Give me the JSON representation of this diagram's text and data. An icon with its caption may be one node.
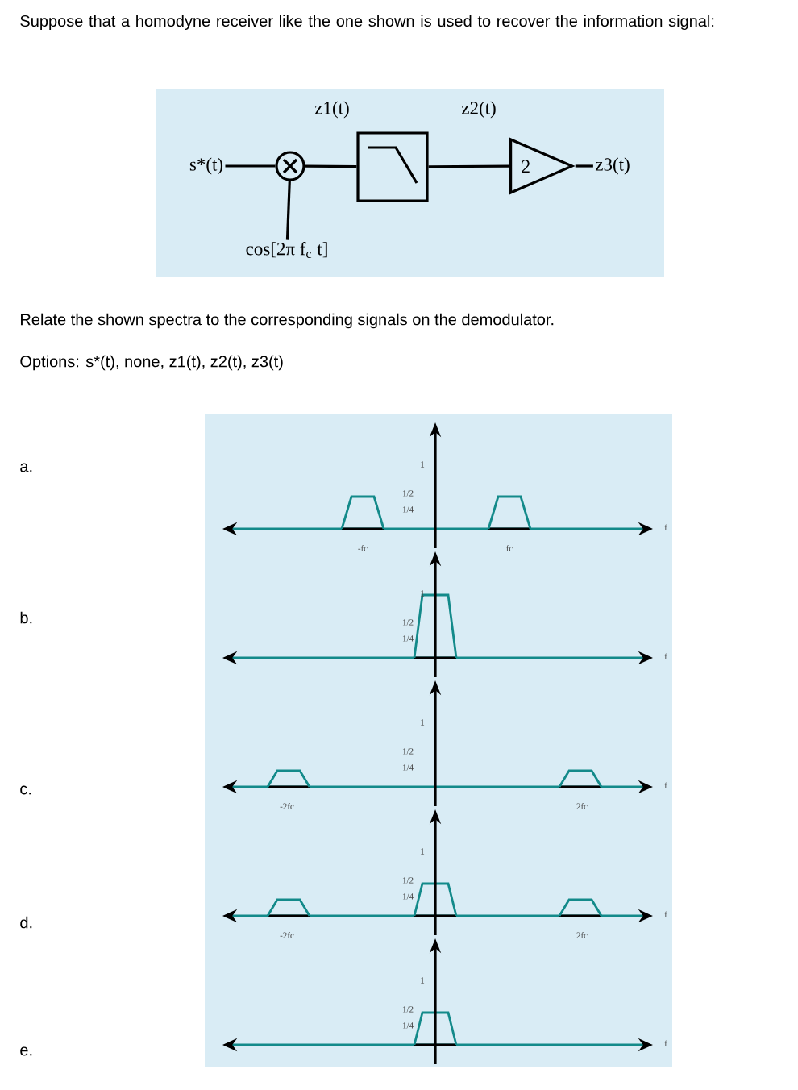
{
  "diagram": {
    "nodes": [
      {
        "text": [
          "s*(t)"
        ]
      },
      {
        "text": [],
        "shape": "circle"
      },
      {
        "text": [
          "cos[2π f$_{c}$ t]"
        ]
      },
      {
        "text": [],
        "shape": "box"
      },
      {
        "text": [
          "2"
        ]
      },
      {
        "text": [
          "z3(t)"
        ]
      }
    ],
    "edges": [
      {
        "from": 0,
        "to": 1,
        "arrow": "none"
      },
      {
        "from": 2,
        "to": 1,
        "arrow": "none"
      },
      {
        "from": 1,
        "to": 3,
        "arrow": "none",
        "label": "z1(t)"
      },
      {
        "from": 3,
        "to": 4,
        "arrow": "none",
        "label": "z2(t)"
      },
      {
        "from": 4,
        "to": 5,
        "arrow": "none"
      }
    ],
    "labels": [
      "Suppose that a homodyne receiver like the one shown is used to recover the information signal:",
      "Relate the shown spectra to the corresponding signals on the demodulator.",
      "Options: s*(t), none, z1(t), z2(t), z3(t)",
      "a.",
      "1",
      "1/2",
      "1/4",
      "-fc",
      "fc",
      "f",
      "b.",
      "1",
      "1/2",
      "1/4",
      "f",
      "c.",
      "1",
      "1/2",
      "1/4",
      "-2fc",
      "2fc",
      "f",
      "d.",
      "1",
      "1/2",
      "1/4",
      "-2fc",
      "2fc",
      "f",
      "e.",
      "1",
      "1/2",
      "1/4",
      "f"
    ]
  }
}
